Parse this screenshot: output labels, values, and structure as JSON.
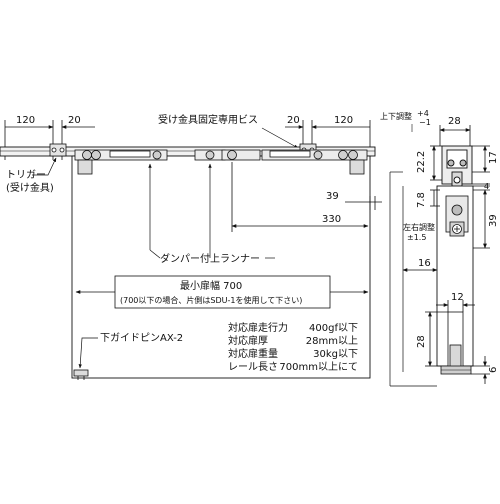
{
  "front": {
    "dim_left_outer": "120",
    "dim_left_inner": "20",
    "dim_right_inner": "20",
    "dim_right_outer": "120",
    "dim_39": "39",
    "dim_330": "330",
    "label_receiver_screw": "受け金具固定専用ビス",
    "label_trigger_1": "トリガー",
    "label_trigger_2": "(受け金具)",
    "label_damper_runner": "ダンパー付上ランナー",
    "min_width_title": "最小扉幅 700",
    "min_width_note": "(700以下の場合、片側はSDU-1を使用して下さい)",
    "label_guide_pin": "下ガイドピンAX-2"
  },
  "specs": [
    {
      "label": "対応扉走行力",
      "value": "400gf以下"
    },
    {
      "label": "対応扉厚",
      "value": "28mm以上"
    },
    {
      "label": "対応扉重量",
      "value": "30kg以下"
    },
    {
      "label": "レール長さ",
      "value": "700mm以上にて"
    }
  ],
  "side": {
    "label_vertical_adjust": "上下調整",
    "vertical_adjust_plus": "+4",
    "vertical_adjust_minus": "−1",
    "dim_28_top": "28",
    "dim_22_2": "22.2",
    "dim_17": "17",
    "dim_4": "4",
    "dim_7_8": "7.8",
    "dim_39": "39",
    "label_lr_adjust": "左右調整",
    "lr_adjust_value": "±1.5",
    "dim_16": "16",
    "dim_12": "12",
    "dim_28_bottom": "28",
    "dim_6": "6"
  }
}
